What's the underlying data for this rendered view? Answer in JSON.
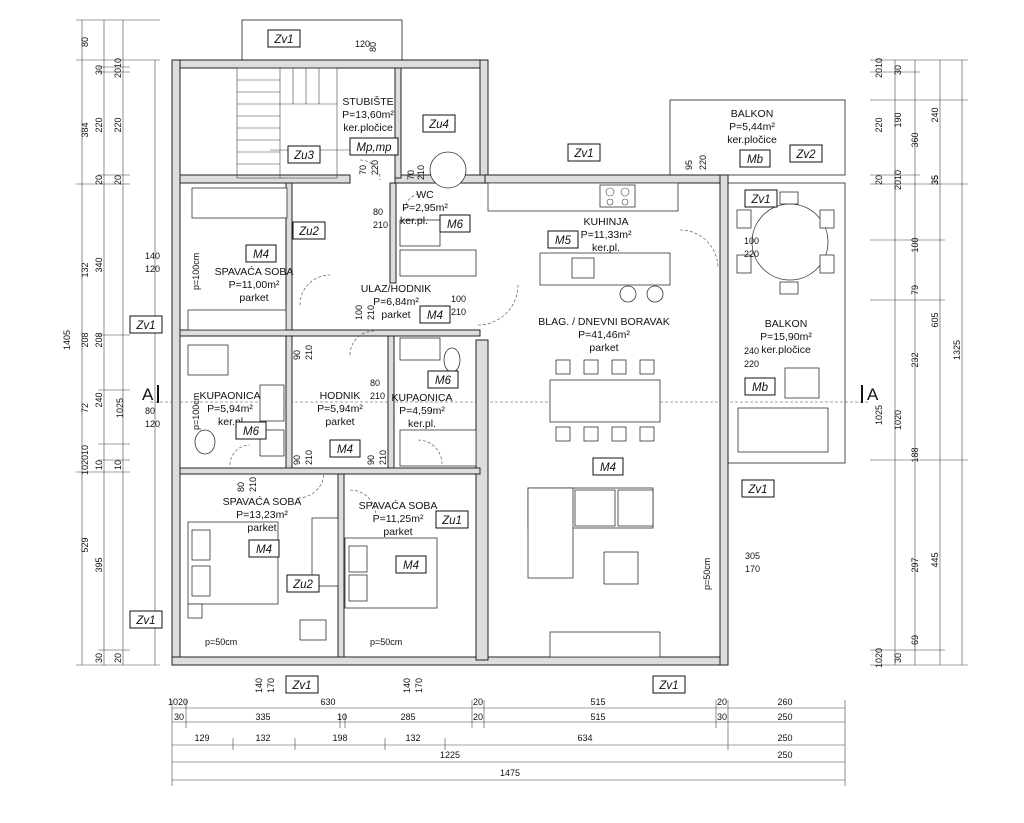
{
  "rooms": {
    "stairs": {
      "name": "STUBIŠTE",
      "area": "P=13,60m²",
      "floor": "ker.pločice"
    },
    "wc": {
      "name": "WC",
      "area": "P=2,95m²",
      "floor": "ker.pl."
    },
    "kitchen": {
      "name": "KUHINJA",
      "area": "P=11,33m²",
      "floor": "ker.pl."
    },
    "bedroom1": {
      "name": "SPAVAĆA SOBA",
      "area": "P=11,00m²",
      "floor": "parket"
    },
    "entrance": {
      "name": "ULAZ/HODNIK",
      "area": "P=6,84m²",
      "floor": "parket"
    },
    "living": {
      "name": "BLAG. / DNEVNI BORAVAK",
      "area": "P=41,46m²",
      "floor": "parket"
    },
    "balcony_small": {
      "name": "BALKON",
      "area": "P=5,44m²",
      "floor": "ker.pločice"
    },
    "balcony_large": {
      "name": "BALKON",
      "area": "P=15,90m²",
      "floor": "ker.pločice"
    },
    "bath1": {
      "name": "KUPAONICA",
      "area": "P=5,94m²",
      "floor": "ker.pl."
    },
    "hall": {
      "name": "HODNIK",
      "area": "P=5,94m²",
      "floor": "parket"
    },
    "bath2": {
      "name": "KUPAONICA",
      "area": "P=4,59m²",
      "floor": "ker.pl."
    },
    "bedroom2": {
      "name": "SPAVAĆA SOBA",
      "area": "P=13,23m²",
      "floor": "parket"
    },
    "bedroom3": {
      "name": "SPAVAĆA SOBA",
      "area": "P=11,25m²",
      "floor": "parket"
    }
  },
  "tags": {
    "zv1": "Zv1",
    "zv2": "Zv2",
    "zu1": "Zu1",
    "zu2": "Zu2",
    "zu3": "Zu3",
    "zu4": "Zu4",
    "mpmp": "Mp,mp",
    "m4": "M4",
    "m5": "M5",
    "m6": "M6",
    "mb": "Mb"
  },
  "section": {
    "letter_a": "A"
  },
  "openings": {
    "stair_door": [
      "120",
      "80"
    ],
    "wc_door": [
      "80",
      "210"
    ],
    "bed1_door": [
      "80",
      "210"
    ],
    "bed1_window": [
      "140",
      "120"
    ],
    "wc_window": [
      "70",
      "210"
    ],
    "stair_w": [
      "70",
      "220"
    ],
    "entry_door": [
      "100",
      "210"
    ],
    "entry_inner": [
      "100",
      "210"
    ],
    "kitchen_window": [
      "95",
      "220"
    ],
    "balcony_door": [
      "100",
      "220"
    ],
    "balcony_door2": [
      "240",
      "220"
    ],
    "bath1_window": [
      "80",
      "120"
    ],
    "hall_door_a": [
      "90",
      "210"
    ],
    "hall_door_b": [
      "90",
      "210"
    ],
    "bath2_door": [
      "80",
      "210"
    ],
    "bath1_door": [
      "80",
      "210"
    ],
    "hall_door_c": [
      "90",
      "210"
    ],
    "hall_door_d": [
      "90",
      "210"
    ],
    "living_window": [
      "305",
      "170"
    ],
    "bed2_window": [
      "140",
      "170"
    ],
    "bed3_window": [
      "140",
      "170"
    ],
    "radiator_a": "p=100cm",
    "radiator_b": "p=100cm",
    "radiator_c": "p=50cm",
    "radiator_d": "p=50cm",
    "radiator_e": "p=50cm"
  },
  "dims_left_outer": [
    "80",
    "384",
    "1405",
    "1025",
    "529"
  ],
  "dims_left_mid": [
    "30",
    "220",
    "20",
    "340",
    "208",
    "240",
    "10",
    "395",
    "30"
  ],
  "dims_left_inner": [
    "2010",
    "220",
    "20",
    "132",
    "208",
    "72",
    "102010",
    "10",
    "20"
  ],
  "dims_right_inner": [
    "2010",
    "220",
    "20",
    "35",
    "100",
    "79",
    "232",
    "188",
    "297",
    "69",
    "1020"
  ],
  "dims_right_mid": [
    "30",
    "190",
    "360",
    "2010",
    "1020",
    "30"
  ],
  "dims_right_outer": [
    "240",
    "35",
    "605",
    "1325",
    "445"
  ],
  "dims_right_a": [
    "10",
    "1025",
    "20",
    "30"
  ],
  "dims_bottom_row1": [
    "1020",
    "630",
    "20",
    "515",
    "20",
    "260"
  ],
  "dims_bottom_row2": [
    "30",
    "335",
    "10",
    "285",
    "20",
    "515",
    "30",
    "250"
  ],
  "dims_bottom_row3": [
    "129",
    "132",
    "198",
    "132",
    "634",
    "250"
  ],
  "dims_bottom_row4": [
    "1225",
    "250"
  ],
  "dims_bottom_row5": [
    "1475"
  ]
}
